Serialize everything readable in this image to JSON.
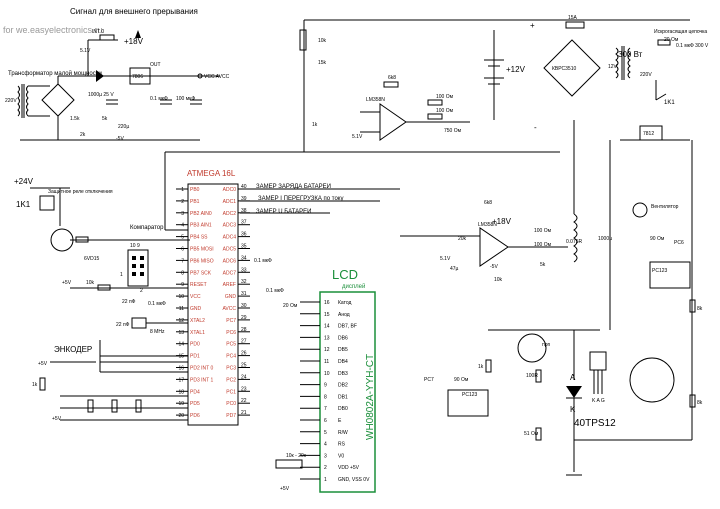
{
  "watermark": "for we.easyelectronics.ru",
  "top": {
    "interrupt_title": "Сигнал для внешнего прерывания",
    "int0": "INT 0",
    "v18": "+18V",
    "v18_small": "+18V",
    "reg7806": "7806",
    "out": "OUT",
    "vcc": "VCC AVCC",
    "transformer": "Трансформатор малой мощности",
    "c1000": "1000µ 25 V",
    "c01": "0.1 мкФ",
    "c100": "100 мкФ",
    "c220": "220µ",
    "v51": "5.1V",
    "r15k": "1.5k",
    "r5k": "5k",
    "r2k": "2k",
    "v220": "220V",
    "minus5": "-5V"
  },
  "left": {
    "plus24": "+24V",
    "relay_label": "Защитное реле отключения",
    "relay": "1K1",
    "mcu_title": "ATMEGA 16L",
    "comparator": "Компаратор",
    "vd15": "6VD15",
    "r10k": "10k",
    "encoder": "ЭНКОДЕР",
    "plus5a": "+5V",
    "plus5b": "+5V",
    "r1k": "1k",
    "q1": "22 пФ",
    "q2": "22 пФ",
    "q3": "0.1 мкФ",
    "xtal": "8 MHz",
    "hdr": "10 9",
    "n1": "1",
    "n2": "2"
  },
  "mcu_left": [
    "PB0",
    "PB1",
    "PB2 AIN0",
    "PB3 AIN1",
    "PB4 SS",
    "PB5 MOSI",
    "PB6 MISO",
    "PB7 SCK",
    "RESET",
    "VCC",
    "GND",
    "XTAL2",
    "XTAL1",
    "PD0",
    "PD1",
    "PD2 INT 0",
    "PD3 INT 1",
    "PD4",
    "PD5",
    "PD6"
  ],
  "mcu_left_pins": [
    "1",
    "2",
    "3",
    "4",
    "5",
    "6",
    "7",
    "8",
    "9",
    "10",
    "11",
    "12",
    "13",
    "14",
    "15",
    "16",
    "17",
    "18",
    "19",
    "20"
  ],
  "mcu_right": [
    "ADC0",
    "ADC1",
    "ADC2",
    "ADC3",
    "ADC4",
    "ADC5",
    "ADC6",
    "ADC7",
    "AREF",
    "GND",
    "AVCC",
    "PC7",
    "PC6",
    "PC5",
    "PC4",
    "PC3",
    "PC2",
    "PC1",
    "PC0",
    "PD7"
  ],
  "mcu_right_pins": [
    "40",
    "39",
    "38",
    "37",
    "36",
    "35",
    "34",
    "33",
    "32",
    "31",
    "30",
    "29",
    "28",
    "27",
    "26",
    "25",
    "24",
    "23",
    "22",
    "21"
  ],
  "measurements": {
    "charge": "ЗАМЕР ЗАРЯДА БАТАРЕИ",
    "overload": "ЗАМЕР I ПЕРЕГРУЗКА по току",
    "battery_u": "ЗАМЕР U БАТАРЕИ"
  },
  "lcd": {
    "title": "LCD",
    "subtitle": "дисплей",
    "model": "WH0802A-YYH-CT",
    "pins_left": [
      "16",
      "15",
      "14",
      "13",
      "12",
      "11",
      "10",
      "9",
      "8",
      "7",
      "6",
      "5",
      "4",
      "3",
      "2",
      "1"
    ],
    "pins_right": [
      "Катод",
      "Анод",
      "DB7, BF",
      "DB6",
      "DB5",
      "DB4",
      "DB3",
      "DB2",
      "DB1",
      "DB0",
      "E",
      "R/W",
      "RS",
      "V0",
      "VDD +5V",
      "GND, VSS 0V"
    ],
    "r20": "20 Ом",
    "pot": "10к - 20к",
    "c01a": "0.1 мкФ",
    "c01b": "0.1 мкФ",
    "plus5": "+5V"
  },
  "opamps": {
    "top": "LM358N",
    "bottom": "LM358N",
    "r6k8a": "6k8",
    "r6k8b": "6k8",
    "r100a": "100 Ом",
    "r100b": "100 Ом",
    "r750": "750 Ом",
    "r100c": "100 Ом",
    "r100d": "100 Ом",
    "r20k": "20k",
    "plus18": "+18V",
    "minus5": "-5V",
    "r10k": "10k",
    "r1k": "1k",
    "r15k": "15k",
    "v51a": "5.1V",
    "v51b": "5.1V",
    "c47": "47µ",
    "r5k": "5k",
    "shunt": "0.075R"
  },
  "power": {
    "battery": "+12V",
    "fuse": "15A",
    "bridge": "КВРС3510",
    "plus": "+",
    "minus": "-",
    "transformer": "300 Вт",
    "snubber": "Искрогасящая цепочка",
    "snubber_r": "20 Ом",
    "snubber_c": "0.1 мкФ 300 V",
    "v220": "220V",
    "v12": "12V",
    "relay": "1K1",
    "reg": "7812",
    "fan": "Вентилятор",
    "c1000": "1000µ",
    "rpc6": "90 Ом",
    "pc6": "PC6",
    "pc123a": "PC123",
    "pc123b": "PC123",
    "pc7": "PC7",
    "r90": "90 Ом",
    "r1k": "1k",
    "r100": "100R",
    "r51": "51 Ом",
    "r1k2": "1k",
    "r8": "8k",
    "r8b": "8k",
    "thyristor_a": "A",
    "thyristor_k": "K",
    "thyristor_pins": "K  A  G",
    "thyristor": "40TPS12",
    "q": "npn"
  }
}
